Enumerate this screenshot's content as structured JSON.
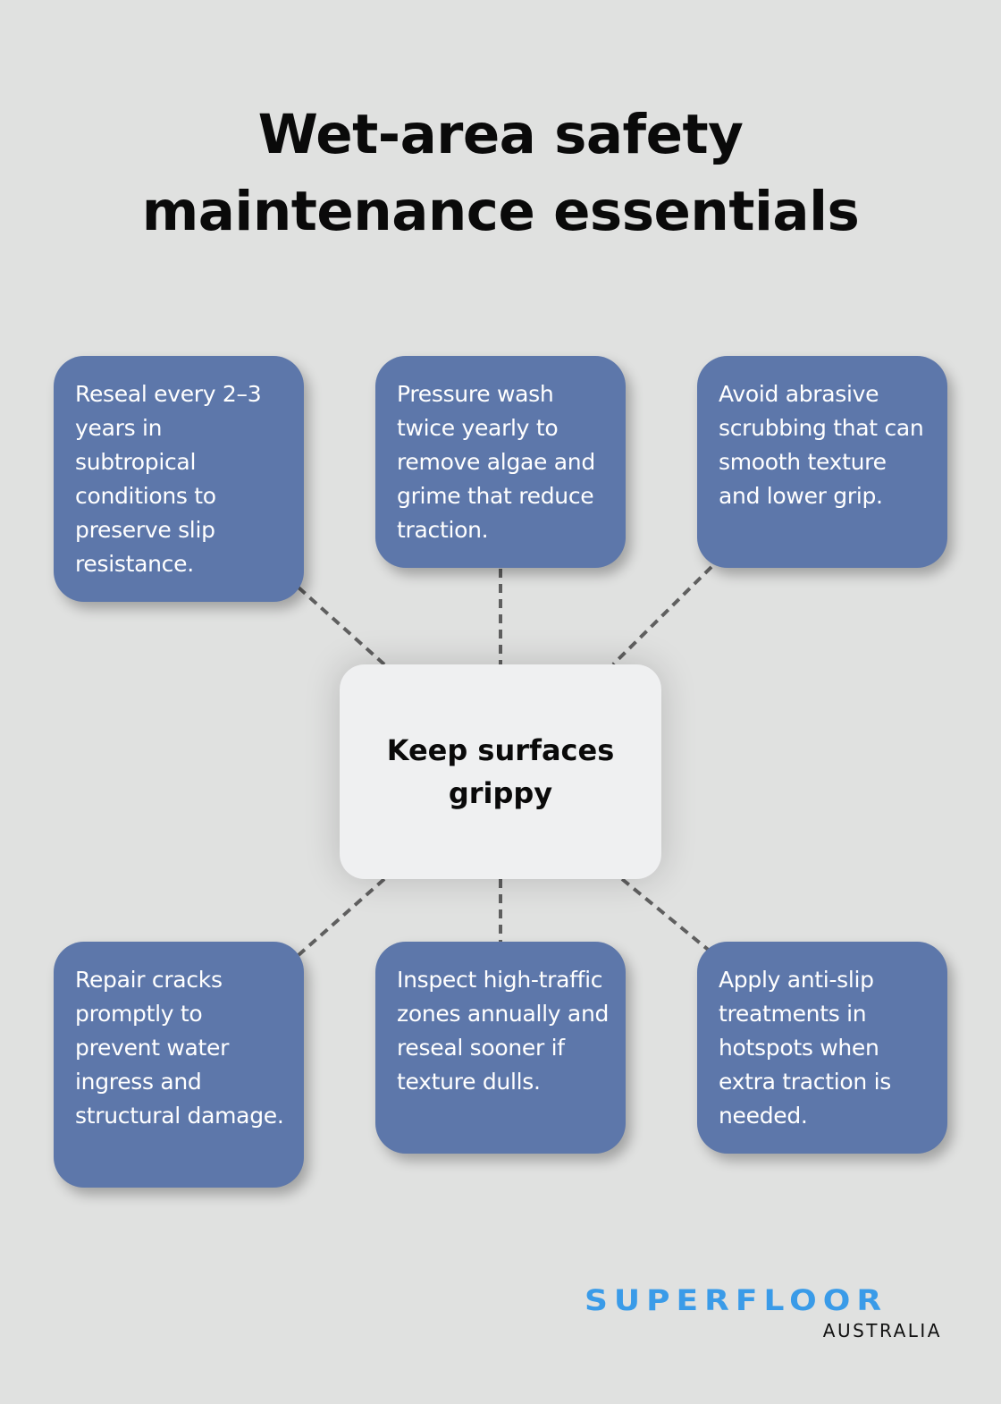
{
  "title": "Wet-area safety maintenance essentials",
  "center": {
    "label": "Keep surfaces grippy"
  },
  "cards": [
    {
      "text": "Reseal every 2–3 years in subtropical conditions to preserve slip resistance."
    },
    {
      "text": "Pressure wash twice yearly to remove algae and grime that reduce traction."
    },
    {
      "text": "Avoid abrasive scrubbing that can smooth texture and lower grip."
    },
    {
      "text": "Repair cracks promptly to prevent water ingress and structural damage."
    },
    {
      "text": "Inspect high-traffic zones annually and reseal sooner if texture dulls."
    },
    {
      "text": "Apply anti-slip treatments in hotspots when extra traction is needed."
    }
  ],
  "logo": {
    "main": "SUPERFLOOR",
    "sub": "AUSTRALIA"
  },
  "colors": {
    "background": "#e0e1e0",
    "card": "#5d77aa",
    "center": "#eff0f1",
    "connector": "#5f5f5f",
    "logo_blue": "#3a9be8"
  }
}
